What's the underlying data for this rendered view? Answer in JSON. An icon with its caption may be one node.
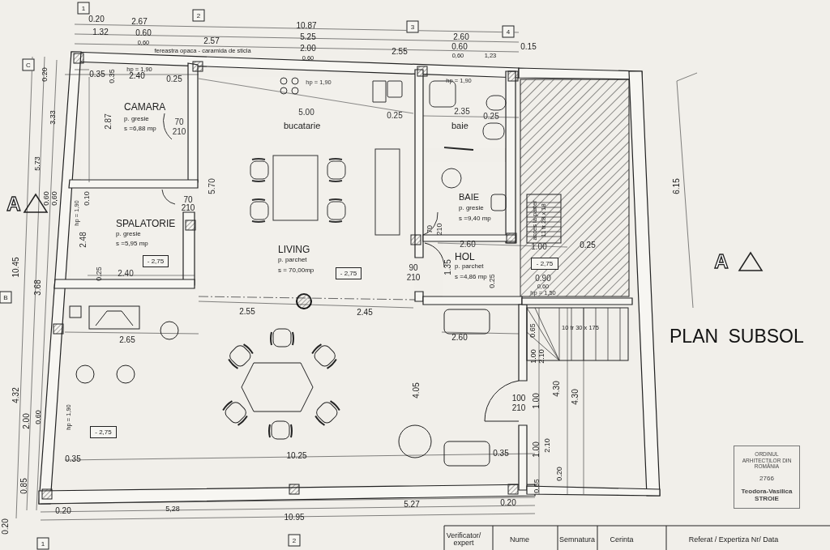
{
  "diagram": {
    "title": "PLAN SUBSOL",
    "nodes": [
      {
        "text": [
          "CAMARA",
          "p. gresie",
          "s =6,88 mp"
        ]
      },
      {
        "text": [
          "bucatarie",
          "LIVING",
          "p. parchet",
          "s = 70,00mp"
        ]
      },
      {
        "text": [
          "baie"
        ]
      },
      {
        "text": [
          "BAIE",
          "p. gresie",
          "s =9,40 mp"
        ]
      },
      {
        "text": [
          "SPALATORIE",
          "p. gresie",
          "s =5,95 mp"
        ]
      },
      {
        "text": [
          "- 2,75"
        ],
        "in": 4
      },
      {
        "text": [
          "- 2,75"
        ],
        "in": 1
      },
      {
        "text": [
          "HOL",
          "p. parchet",
          "s =4,86 mp"
        ]
      },
      {
        "text": [
          "- 2,75"
        ],
        "in": 7
      },
      {
        "text": [
          "- 2,75"
        ]
      },
      {
        "text": [
          "1"
        ]
      },
      {
        "text": [
          "2"
        ]
      },
      {
        "text": [
          "3"
        ]
      },
      {
        "text": [
          "4"
        ]
      },
      {
        "text": [
          "C"
        ]
      },
      {
        "text": [
          "B"
        ]
      },
      {
        "text": [
          "1"
        ]
      },
      {
        "text": [
          "2"
        ]
      },
      {
        "text": [
          "ORDINUL ARHITECTILOR DIN ROMÂNIA",
          "2766",
          "Teodora-Vasilica STROIE"
        ]
      }
    ],
    "labels": [
      "0.20",
      "2.67",
      "10.87",
      "1.32",
      "0.60",
      "5.25",
      "2.60",
      "0,60",
      "2.57",
      "2.00",
      "0.60",
      "0.15",
      "fereastra opaca - caramida de sticla",
      "0,60",
      "2.55",
      "0,60",
      "1,23",
      "hp = 1,90",
      "hp = 1,90",
      "hp = 1,90",
      "0.35",
      "0.35",
      "2.40",
      "0.25",
      "0.20",
      "3.33",
      "5.73",
      "2.87",
      "70",
      "210",
      "5.00",
      "0.25",
      "2.35",
      "0.25",
      "5.70",
      "6.15",
      "A",
      "0.60",
      "0,60",
      "0.10",
      "hp = 1,90",
      "2.48",
      "70",
      "210",
      "70",
      "210",
      "acces la parter",
      "11 tr 28 x 18",
      "10.45",
      "2.60",
      "1.00",
      "0.25",
      "1.35",
      "90",
      "210",
      "A",
      "0.25",
      "0.90",
      "0,60",
      "hp = 1,50",
      "2.40",
      "0.25",
      "3.68",
      "2.55",
      "2.45",
      "0.65",
      "10 tr 30 x 175",
      "2.65",
      "2.60",
      "1.00",
      "2.10",
      "4.32",
      "4.05",
      "4.30",
      "4.30",
      "100",
      "210",
      "1.00",
      "2.00",
      "0.60",
      "hp = 1,90",
      "0.35",
      "1.00",
      "2.10",
      "10.25",
      "0.35",
      "0.20",
      "0.85",
      "0.65",
      "0.20",
      "5,28",
      "5.27",
      "0.20",
      "10.95",
      "0.20",
      "Verificator/ expert",
      "Nume",
      "Semnatura",
      "Cerinta",
      "Referat / Expertiza Nr/ Data"
    ]
  }
}
